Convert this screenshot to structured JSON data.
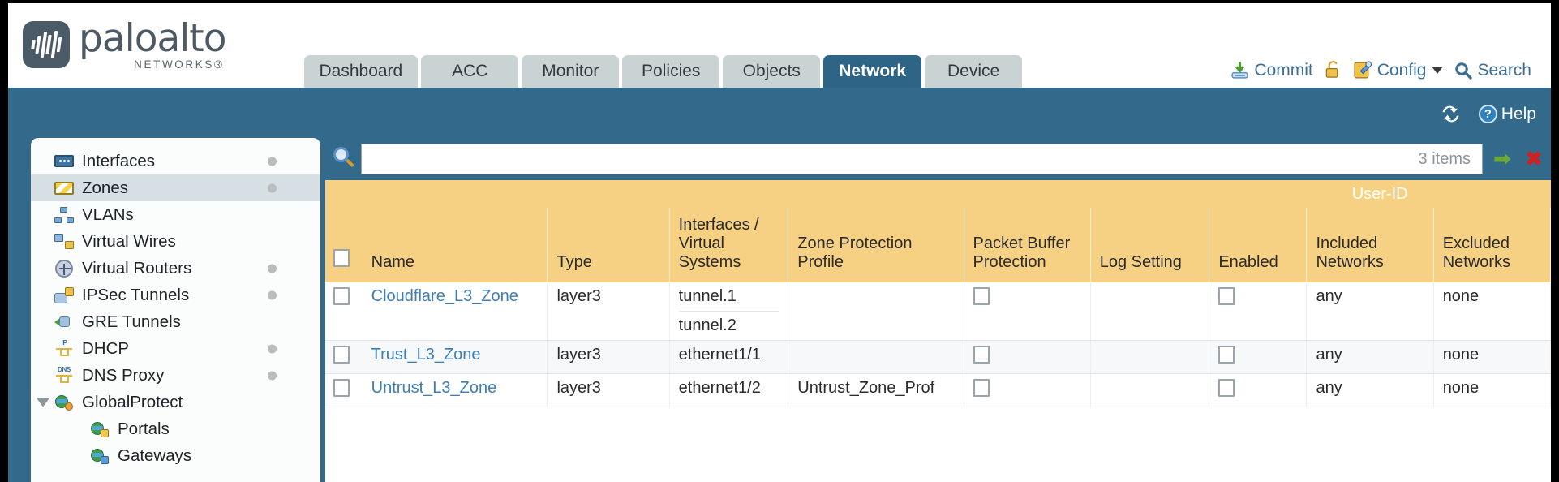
{
  "brand": {
    "name": "paloalto",
    "subtitle": "NETWORKS®"
  },
  "nav": {
    "tabs": [
      {
        "label": "Dashboard",
        "active": false
      },
      {
        "label": "ACC",
        "active": false
      },
      {
        "label": "Monitor",
        "active": false
      },
      {
        "label": "Policies",
        "active": false
      },
      {
        "label": "Objects",
        "active": false
      },
      {
        "label": "Network",
        "active": true
      },
      {
        "label": "Device",
        "active": false
      }
    ]
  },
  "top_actions": {
    "commit": "Commit",
    "lock_icon": "padlock-icon",
    "config": "Config",
    "search": "Search"
  },
  "band": {
    "refresh_icon": "refresh-icon",
    "help": "Help",
    "help_glyph": "?"
  },
  "sidebar": {
    "items": [
      {
        "label": "Interfaces",
        "icon": "interfaces-icon",
        "selected": false,
        "dot": true,
        "child": false,
        "expander": false
      },
      {
        "label": "Zones",
        "icon": "zones-icon",
        "selected": true,
        "dot": true,
        "child": false,
        "expander": false
      },
      {
        "label": "VLANs",
        "icon": "vlans-icon",
        "selected": false,
        "dot": false,
        "child": false,
        "expander": false
      },
      {
        "label": "Virtual Wires",
        "icon": "virtual-wires-icon",
        "selected": false,
        "dot": false,
        "child": false,
        "expander": false
      },
      {
        "label": "Virtual Routers",
        "icon": "virtual-routers-icon",
        "selected": false,
        "dot": true,
        "child": false,
        "expander": false
      },
      {
        "label": "IPSec Tunnels",
        "icon": "ipsec-tunnels-icon",
        "selected": false,
        "dot": true,
        "child": false,
        "expander": false
      },
      {
        "label": "GRE Tunnels",
        "icon": "gre-tunnels-icon",
        "selected": false,
        "dot": false,
        "child": false,
        "expander": false
      },
      {
        "label": "DHCP",
        "icon": "dhcp-icon",
        "selected": false,
        "dot": true,
        "child": false,
        "expander": false
      },
      {
        "label": "DNS Proxy",
        "icon": "dns-proxy-icon",
        "selected": false,
        "dot": true,
        "child": false,
        "expander": false
      },
      {
        "label": "GlobalProtect",
        "icon": "globalprotect-icon",
        "selected": false,
        "dot": false,
        "child": false,
        "expander": true
      },
      {
        "label": "Portals",
        "icon": "portals-icon",
        "selected": false,
        "dot": false,
        "child": true,
        "expander": false
      },
      {
        "label": "Gateways",
        "icon": "gateways-icon",
        "selected": false,
        "dot": false,
        "child": true,
        "expander": false
      }
    ]
  },
  "search": {
    "value": "",
    "placeholder": "",
    "items_count": "3 items",
    "go_label": "➡",
    "clear_label": "✖",
    "search_icon": "magnifier-icon"
  },
  "table": {
    "group_header": {
      "label": "User-ID",
      "span": 3
    },
    "columns": [
      "Name",
      "Type",
      "Interfaces / Virtual Systems",
      "Zone Protection Profile",
      "Packet Buffer Protection",
      "Log Setting",
      "Enabled",
      "Included Networks",
      "Excluded Networks"
    ],
    "rows": [
      {
        "selected": false,
        "name": "Cloudflare_L3_Zone",
        "type": "layer3",
        "interfaces": [
          "tunnel.1",
          "tunnel.2"
        ],
        "zone_protection_profile": "",
        "packet_buffer_protection": false,
        "log_setting": "",
        "userid_enabled": false,
        "included_networks": "any",
        "excluded_networks": "none"
      },
      {
        "selected": false,
        "name": "Trust_L3_Zone",
        "type": "layer3",
        "interfaces": [
          "ethernet1/1"
        ],
        "zone_protection_profile": "",
        "packet_buffer_protection": false,
        "log_setting": "",
        "userid_enabled": false,
        "included_networks": "any",
        "excluded_networks": "none"
      },
      {
        "selected": false,
        "name": "Untrust_L3_Zone",
        "type": "layer3",
        "interfaces": [
          "ethernet1/2"
        ],
        "zone_protection_profile": "Untrust_Zone_Prof",
        "packet_buffer_protection": false,
        "log_setting": "",
        "userid_enabled": false,
        "included_networks": "any",
        "excluded_networks": "none"
      }
    ]
  },
  "colors": {
    "band_blue": "#336a8c",
    "active_tab": "#2e6587",
    "tab_gray": "#c9d3d4",
    "header_gold": "#f7d183",
    "group_gold": "#e0b552",
    "link_blue": "#3e7eb5",
    "selected_nav": "#d5dfe4"
  }
}
